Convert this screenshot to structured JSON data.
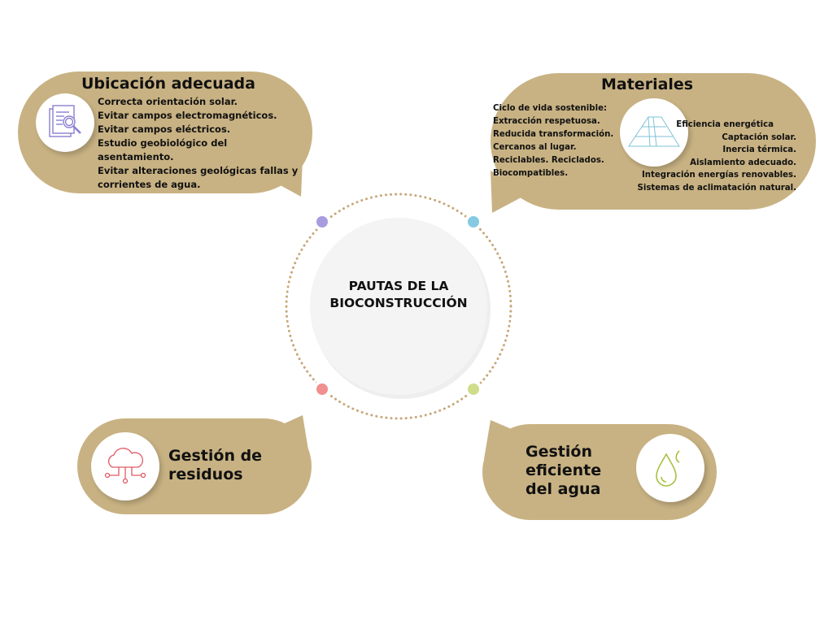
{
  "center": {
    "title_line1": "PAUTAS DE LA",
    "title_line2": "BIOCONSTRUCCIÓN"
  },
  "ubicacion": {
    "title": "Ubicación adecuada",
    "icon": "document-search-icon",
    "items": [
      "Correcta orientación solar.",
      "Evitar campos electromagnéticos.",
      "Evitar campos eléctricos.",
      "Estudio geobiológico del asentamiento.",
      "Evitar alteraciones geológicas fallas y corrientes de agua."
    ]
  },
  "materiales": {
    "title": "Materiales",
    "icon": "pyramid-icon",
    "left_heading": "Ciclo de vida sostenible:",
    "left_items": [
      "Extracción respetuosa.",
      "Reducida transformación.",
      "Cercanos al lugar.",
      "Reciclables. Reciclados.",
      "Biocompatibles."
    ],
    "right_heading": "Eficiencia energética",
    "right_items": [
      "Captación solar.",
      "Inercia térmica.",
      "Aislamiento adecuado.",
      "Integración energías renovables.",
      "Sistemas de aclimatación natural."
    ]
  },
  "residuos": {
    "title_line1": "Gestión de",
    "title_line2": "residuos",
    "icon": "cloud-network-icon"
  },
  "agua": {
    "title_line1": "Gestión",
    "title_line2": "eficiente",
    "title_line3": "del agua",
    "icon": "water-drop-icon"
  },
  "colors": {
    "bubble": "#c8b283",
    "purple": "#a99be0",
    "blue": "#86c9e3",
    "red": "#f28f8f",
    "green": "#cfdc8a"
  }
}
